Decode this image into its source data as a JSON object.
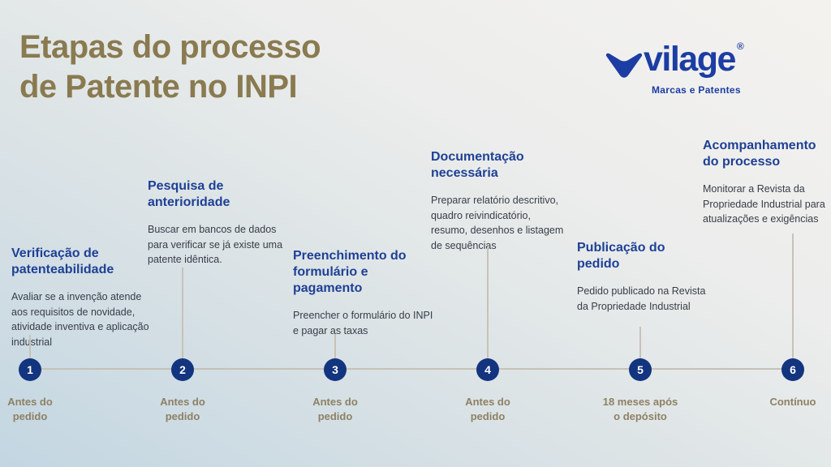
{
  "title": {
    "line1": "Etapas do processo",
    "line2": "de Patente no INPI"
  },
  "logo": {
    "name": "vilage",
    "registered": "®",
    "tagline": "Marcas e Patentes"
  },
  "colors": {
    "title_gold": "#8a7a50",
    "heading_blue": "#1e4095",
    "logo_blue": "#1c3da3",
    "node_blue": "#13347f",
    "body_text": "#373d48",
    "line_tan": "#c8c2b6",
    "timing_gold": "#8d8163",
    "bg_blue": "#c3d6e2",
    "bg_light": "#f4f2ef"
  },
  "steps": [
    {
      "number": "1",
      "title": "Verificação de patenteabilidade",
      "description": "Avaliar se a invenção atende aos requisitos de novidade, atividade inventiva e aplicação industrial",
      "timing_line1": "Antes do",
      "timing_line2": "pedido"
    },
    {
      "number": "2",
      "title": "Pesquisa de anterioridade",
      "description": "Buscar em bancos de dados para verificar se já existe uma patente idêntica.",
      "timing_line1": "Antes do",
      "timing_line2": "pedido"
    },
    {
      "number": "3",
      "title": "Preenchimento do formulário e pagamento",
      "description": "Preencher o formulário do INPI e pagar as taxas",
      "timing_line1": "Antes do",
      "timing_line2": "pedido"
    },
    {
      "number": "4",
      "title": "Documentação necessária",
      "description": "Preparar relatório descritivo, quadro reivindicatório, resumo, desenhos e listagem de sequências",
      "timing_line1": "Antes do",
      "timing_line2": "pedido"
    },
    {
      "number": "5",
      "title": "Publicação do pedido",
      "description": "Pedido publicado na Revista da Propriedade Industrial",
      "timing_line1": "18 meses após",
      "timing_line2": "o depósito"
    },
    {
      "number": "6",
      "title": "Acompanhamento do processo",
      "description": "Monitorar a Revista da Propriedade Industrial para atualizações e exigências",
      "timing_line1": "Contínuo",
      "timing_line2": ""
    }
  ]
}
